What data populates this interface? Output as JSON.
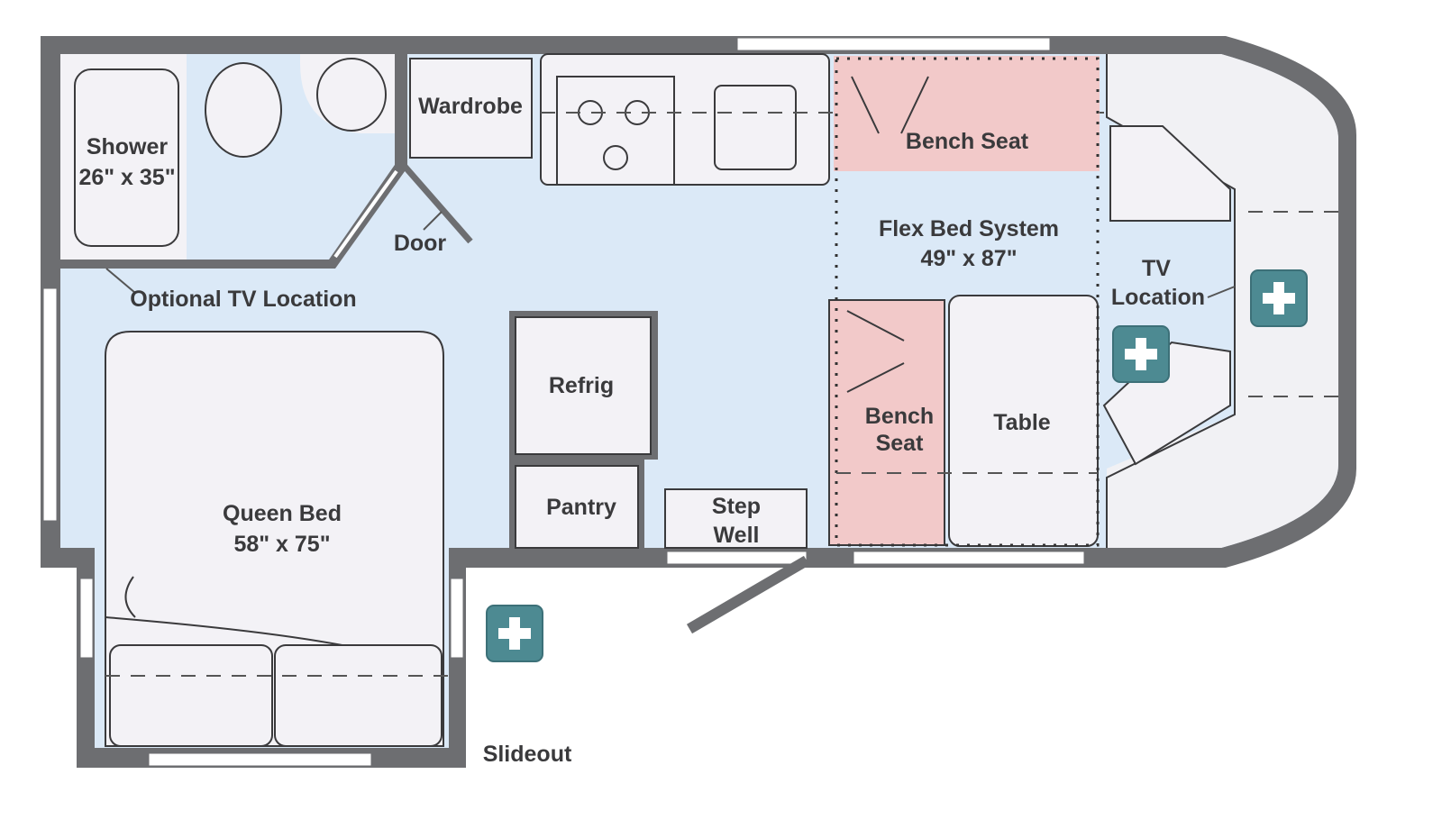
{
  "labels": {
    "shower": "Shower",
    "shower_size": "26\" x 35\"",
    "wardrobe": "Wardrobe",
    "door": "Door",
    "optional_tv": "Optional TV Location",
    "bench_seat_top": "Bench Seat",
    "flex_bed": "Flex Bed System",
    "flex_bed_size": "49\" x 87\"",
    "tv_location_1": "TV",
    "tv_location_2": "Location",
    "refrig": "Refrig",
    "pantry": "Pantry",
    "step_well_1": "Step",
    "step_well_2": "Well",
    "bench_seat_1": "Bench",
    "bench_seat_2": "Seat",
    "table": "Table",
    "queen_bed": "Queen Bed",
    "queen_bed_size": "58\" x 75\"",
    "slideout": "Slideout"
  },
  "hotspots": [
    {
      "name": "cab-hotspot",
      "icon": "plus-icon"
    },
    {
      "name": "seat-hotspot",
      "icon": "plus-icon"
    },
    {
      "name": "slideout-hotspot",
      "icon": "plus-icon"
    }
  ],
  "colors": {
    "wall": "#6d6e71",
    "floor": "#dbe9f7",
    "fixture": "#f3f2f6",
    "bench": "#f2c9c9",
    "hotspot": "#4d8a92"
  }
}
